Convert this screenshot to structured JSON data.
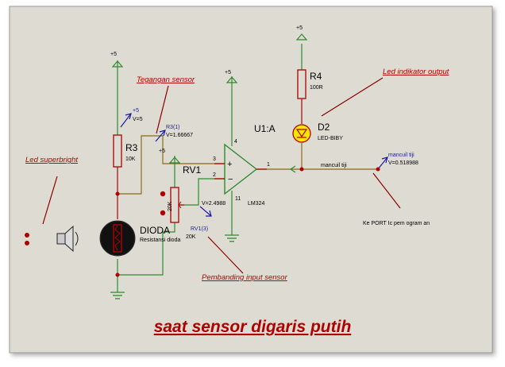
{
  "labels": {
    "plus5": "+5",
    "tegangan_sensor": "Tegangan sensor",
    "led_indikator_output": "Led indikator output",
    "led_superbright": "Led superbright",
    "ke_port": "Ke PORT Ic pem ogram an",
    "pembanding_input_sensor": "Pembanding input sensor",
    "title": "saat sensor digaris putih"
  },
  "components": {
    "r3": {
      "ref": "R3",
      "value": "10K"
    },
    "r4": {
      "ref": "R4",
      "value": "100R"
    },
    "d2": {
      "ref": "D2",
      "value": "LED-BIBY"
    },
    "u1": {
      "ref": "U1:A",
      "part": "LM324"
    },
    "rv1": {
      "ref": "RV1",
      "value": "20K"
    },
    "dioda": {
      "ref": "DIODA",
      "value": "Resistansi dioda"
    }
  },
  "probes": {
    "vplus": {
      "name": "+5",
      "value": "V=5"
    },
    "r3": {
      "name": "R3(1)",
      "value": "V=1.66667"
    },
    "rv1": {
      "name": "RV1(3)",
      "value": "V=2.4988"
    },
    "out": {
      "name": "mancuil tiji",
      "value": "V=0.518988"
    }
  },
  "net_label": "mancuil tiji",
  "pins": {
    "p3": "3",
    "p2": "2",
    "p1": "1",
    "p4": "4",
    "p11": "11"
  },
  "colors": {
    "frame_bg": "#dedcd2",
    "wire_green": "#2e8b2e",
    "wire_brown": "#8a6a1a",
    "component_red": "#b00000",
    "probe_blue": "#1a1aa8",
    "led_yellow": "#ffe600"
  }
}
